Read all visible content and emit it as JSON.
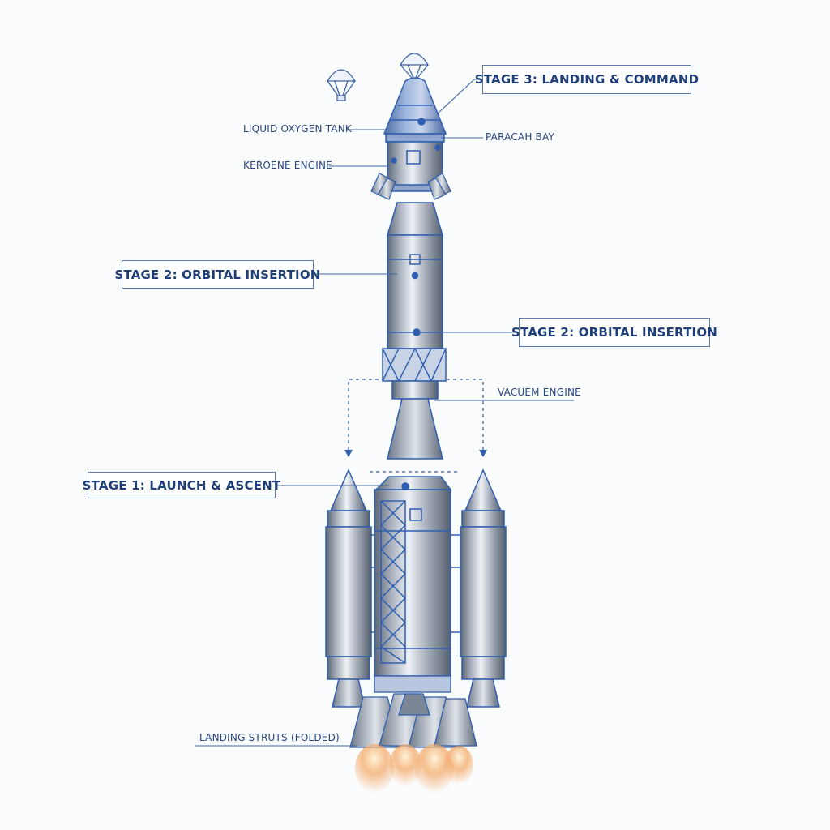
{
  "labels": {
    "stage3": "STAGE 3: LANDING & COMMAND",
    "stage2_left": "STAGE 2: ORBITAL INSERTION",
    "stage2_right": "STAGE 2: ORBITAL INSERTION",
    "stage1": "STAGE 1: LAUNCH & ASCENT",
    "lox_tank": "LIQUID OXYGEN TANK",
    "kerosene_engine": "KEROENE ENGINE",
    "parachute_bay": "PARACAH BAY",
    "vacuum_engine": "VACUEM ENGINE",
    "landing_struts": "LANDING STRUTS (FOLDED)"
  },
  "icons": [
    "parachute-icon",
    "parachute-icon"
  ],
  "colors": {
    "outline": "#2f5fb0",
    "label_text": "#1f3f78",
    "metal_light": "#d4d9e1",
    "metal_dark": "#5d6675",
    "flame": "#f2a15a",
    "background": "#fbfcfd"
  }
}
